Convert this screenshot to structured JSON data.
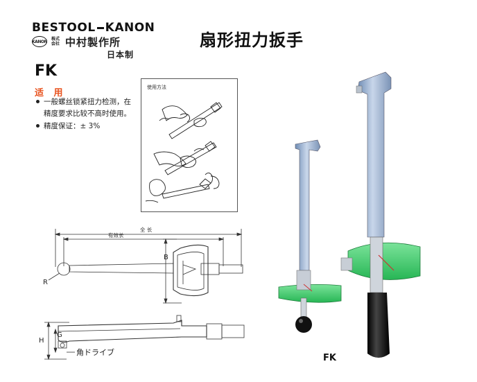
{
  "brand": {
    "name_left": "BESTOOL",
    "name_right": "KANON",
    "logo_text": "KANON",
    "mini_label": "株式会社",
    "company_cn": "中村製作所",
    "made_in": "日本制"
  },
  "title": "扇形扭力扳手",
  "model": "FK",
  "usage": {
    "heading": "适 用",
    "items": [
      "一般螺丝锁紧扭力检测，在",
      "精度要求比较不高时使用。",
      "精度保证：± 3%"
    ]
  },
  "howto_label": "使用方法",
  "diagram": {
    "full_length": "全 长",
    "effective_length": "有效长",
    "label_b": "B",
    "label_r": "R",
    "label_h": "H",
    "label_g": "G",
    "square_drive": "角ドライブ"
  },
  "product_caption": "FK",
  "colors": {
    "accent": "#e8531f",
    "dial_green": "#35c463",
    "shaft_blue": "#8fa6c4",
    "grip_black": "#111111"
  }
}
